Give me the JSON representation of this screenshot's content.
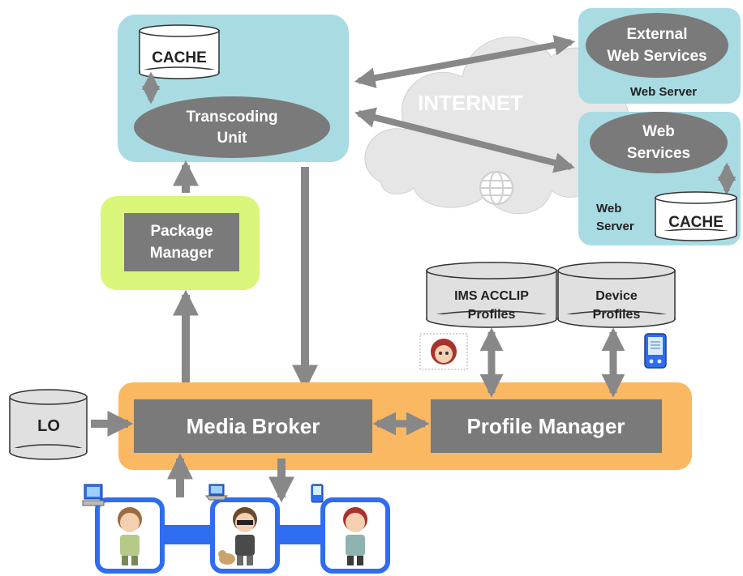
{
  "transcoding_box": {
    "cache_label": "CACHE",
    "unit_label_line1": "Transcoding",
    "unit_label_line2": "Unit"
  },
  "internet_label": "INTERNET",
  "external_server": {
    "services_line1": "External",
    "services_line2": "Web Services",
    "server_label": "Web Server"
  },
  "web_server": {
    "services_line1": "Web",
    "services_line2": "Services",
    "server_line1": "Web",
    "server_line2": "Server",
    "cache_label": "CACHE"
  },
  "package_manager": {
    "line1": "Package",
    "line2": "Manager"
  },
  "profiles": {
    "ims_line1": "IMS ACCLIP",
    "ims_line2": "Profiles",
    "device_line1": "Device",
    "device_line2": "Profiles"
  },
  "lo_label": "LO",
  "media_broker_label": "Media Broker",
  "profile_manager_label": "Profile Manager",
  "users": [
    "user-with-desktop",
    "user-with-laptop",
    "user-with-pda"
  ],
  "icons": [
    "cloud-icon",
    "globe-icon",
    "avatar-icon",
    "pda-icon",
    "desktop-computer-icon",
    "laptop-icon",
    "dog-icon"
  ],
  "colors": {
    "light_blue_box": "#a9dbe3",
    "yellow_green_box": "#d9f57a",
    "orange_band": "#fbb862",
    "dark_gray": "#7a7a7a",
    "arrow_gray": "#888888",
    "cloud_gray": "#e6e6e6",
    "user_border_blue": "#2f6df0"
  }
}
